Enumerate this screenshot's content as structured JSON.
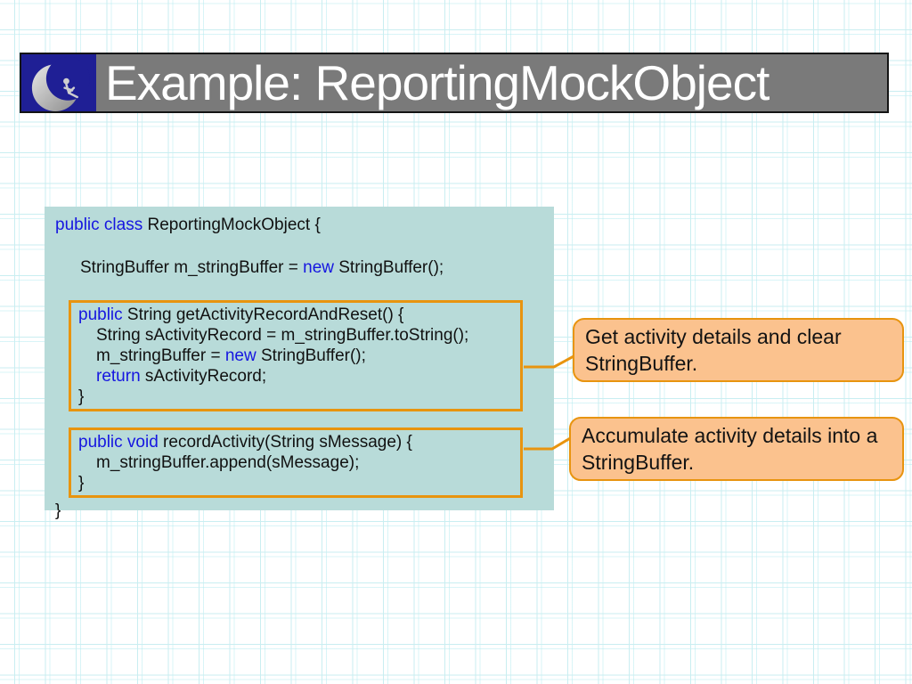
{
  "title_bar": {
    "title": "Example: ReportingMockObject",
    "logo": "crescent-moon-reader-logo"
  },
  "colors": {
    "title_bar_bg": "#7a7a7a",
    "title_text": "#ffffff",
    "logo_bg": "#1f1f95",
    "code_bg": "#b8dbd9",
    "keyword": "#1616e0",
    "code_text": "#111111",
    "accent_orange": "#e8940f",
    "callout_bg": "#fbc28e",
    "grid_line": "#c9eef1"
  },
  "code": {
    "intro": [
      {
        "indent": 0,
        "segs": [
          {
            "t": "public class ",
            "k": true
          },
          {
            "t": "ReportingMockObject {"
          }
        ]
      },
      {
        "indent": 0,
        "segs": []
      },
      {
        "indent": 1,
        "segs": [
          {
            "t": "StringBuffer m_stringBuffer = "
          },
          {
            "t": "new",
            "k": true
          },
          {
            "t": " StringBuffer();"
          }
        ]
      },
      {
        "indent": 0,
        "segs": []
      }
    ],
    "method1": [
      {
        "indent": 0,
        "segs": [
          {
            "t": "public",
            "k": true
          },
          {
            "t": " String getActivityRecordAndReset() {"
          }
        ]
      },
      {
        "indent": 1,
        "segs": [
          {
            "t": "String sActivityRecord = m_stringBuffer.toString();"
          }
        ]
      },
      {
        "indent": 1,
        "segs": [
          {
            "t": "m_stringBuffer = "
          },
          {
            "t": "new",
            "k": true
          },
          {
            "t": " StringBuffer();"
          }
        ]
      },
      {
        "indent": 1,
        "segs": [
          {
            "t": "return",
            "k": true
          },
          {
            "t": " sActivityRecord;"
          }
        ]
      },
      {
        "indent": 0,
        "segs": [
          {
            "t": "}"
          }
        ]
      }
    ],
    "method2": [
      {
        "indent": 0,
        "segs": [
          {
            "t": "public void",
            "k": true
          },
          {
            "t": " recordActivity(String sMessage) {"
          }
        ]
      },
      {
        "indent": 1,
        "segs": [
          {
            "t": "m_stringBuffer.append(sMessage);"
          }
        ]
      },
      {
        "indent": 0,
        "segs": [
          {
            "t": "}"
          }
        ]
      }
    ],
    "closing": "}"
  },
  "callouts": [
    {
      "text": "Get activity details and clear StringBuffer."
    },
    {
      "text": "Accumulate activity details into a StringBuffer."
    }
  ]
}
